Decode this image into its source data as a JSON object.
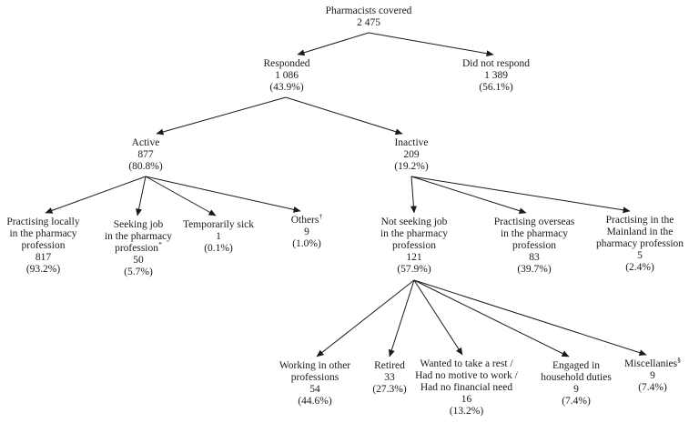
{
  "title": "Pharmacists covered survey flowchart",
  "nodes": {
    "root": {
      "lines": [
        "Pharmacists covered",
        "2 475"
      ]
    },
    "responded": {
      "lines": [
        "Responded",
        "1 086",
        "(43.9%)"
      ]
    },
    "did_not_respond": {
      "lines": [
        "Did not respond",
        "1 389",
        "(56.1%)"
      ]
    },
    "active": {
      "lines": [
        "Active",
        "877",
        "(80.8%)"
      ]
    },
    "inactive": {
      "lines": [
        "Inactive",
        "209",
        "(19.2%)"
      ]
    },
    "practising_locally": {
      "lines": [
        "Practising locally",
        "in the pharmacy",
        "profession",
        "817",
        "(93.2%)"
      ]
    },
    "seeking_job": {
      "lines": [
        "Seeking job",
        "in the pharmacy",
        {
          "text": "profession",
          "sup": "*"
        },
        "50",
        "(5.7%)"
      ]
    },
    "temporarily_sick": {
      "lines": [
        "Temporarily sick",
        "1",
        "(0.1%)"
      ]
    },
    "others": {
      "lines": [
        {
          "text": "Others",
          "sup": "†"
        },
        "9",
        "(1.0%)"
      ]
    },
    "not_seeking_job": {
      "lines": [
        "Not seeking job",
        "in the pharmacy",
        "profession",
        "121",
        "(57.9%)"
      ]
    },
    "practising_overseas": {
      "lines": [
        "Practising overseas",
        "in the pharmacy",
        "profession",
        "83",
        "(39.7%)"
      ]
    },
    "practising_mainland": {
      "lines": [
        "Practising in the",
        "Mainland in the",
        "pharmacy profession",
        "5",
        "(2.4%)"
      ]
    },
    "working_other": {
      "lines": [
        "Working in other",
        "professions",
        "54",
        "(44.6%)"
      ]
    },
    "retired": {
      "lines": [
        "Retired",
        "33",
        "(27.3%)"
      ]
    },
    "wanted_rest": {
      "lines": [
        "Wanted to take a rest /",
        "Had no motive to work /",
        "Had no financial need",
        "16",
        "(13.2%)"
      ]
    },
    "household_duties": {
      "lines": [
        "Engaged in",
        "household duties",
        "9",
        "(7.4%)"
      ]
    },
    "miscellanies": {
      "lines": [
        {
          "text": "Miscellanies",
          "sup": "§"
        },
        "9",
        "(7.4%)"
      ]
    }
  },
  "colors": {
    "text": "#1a1a1a",
    "arrow": "#1a1a1a",
    "background": "#ffffff"
  }
}
